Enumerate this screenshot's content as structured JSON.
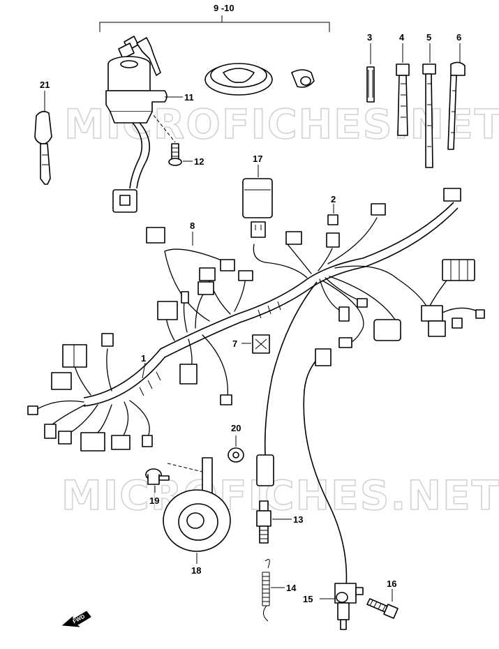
{
  "watermark": "MICROFICHES.NET",
  "fwd_label": "FWD",
  "callouts": {
    "1": "1",
    "2": "2",
    "3": "3",
    "4": "4",
    "5": "5",
    "6": "6",
    "7": "7",
    "8": "8",
    "9_10": "9 -10",
    "11": "11",
    "12": "12",
    "13": "13",
    "14": "14",
    "15": "15",
    "16": "16",
    "17": "17",
    "18": "18",
    "19": "19",
    "20": "20",
    "21": "21"
  }
}
